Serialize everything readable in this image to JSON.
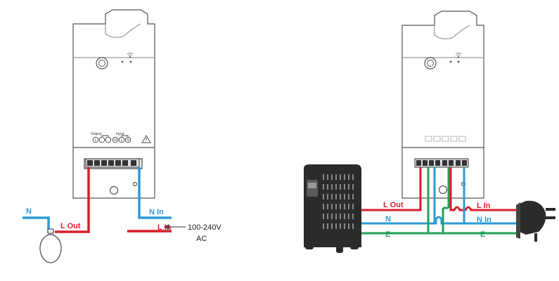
{
  "colors": {
    "live": "#d81e2a",
    "neutral": "#2c9ad6",
    "earth": "#24a05a",
    "device_outline": "#555555",
    "heater": "#2b2b2b"
  },
  "left_diagram": {
    "labels": {
      "n": "N",
      "l_out": "L Out",
      "n_in": "N In",
      "l_in": "L In",
      "voltage": "100-240V",
      "ac": "AC"
    },
    "terminal_header": {
      "output": "Output",
      "input": "Input"
    },
    "terminals": [
      "L",
      "N",
      "L",
      "N"
    ],
    "icons": [
      "wifi-icon",
      "bulb-icon",
      "warning-triangle-icon"
    ]
  },
  "right_diagram": {
    "labels": {
      "l_out": "L Out",
      "n_left": "N",
      "e_left": "E",
      "l_in": "L In",
      "n_in": "N In",
      "e_right": "E"
    },
    "icons": [
      "wifi-icon",
      "heater-icon",
      "plug-icon"
    ]
  }
}
